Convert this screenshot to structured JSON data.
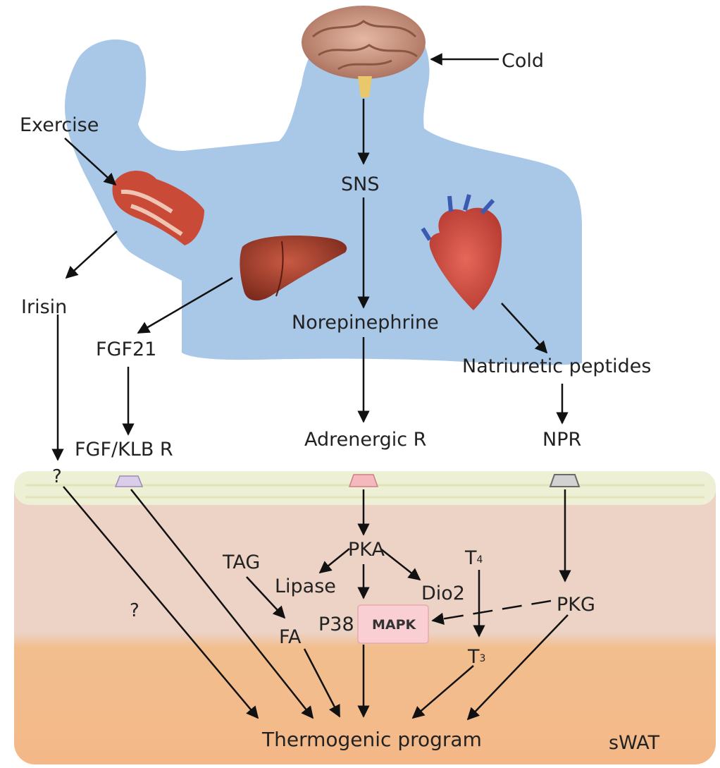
{
  "stimuli": {
    "cold": "Cold",
    "exercise": "Exercise"
  },
  "organ_labels": {
    "sns": "SNS",
    "irisin": "Irisin",
    "fgf21": "FGF21",
    "norepinephrine": "Norepinephrine",
    "natriuretic": "Natriuretic peptides"
  },
  "receptors": {
    "unknown": "?",
    "fgf_klb": "FGF/KLB R",
    "adrenergic": "Adrenergic R",
    "npr": "NPR"
  },
  "intracellular": {
    "pka": "PKA",
    "tag": "TAG",
    "lipase": "Lipase",
    "dio2": "Dio2",
    "t4_base": "T",
    "t4_sub": "4",
    "t3_base": "T",
    "t3_sub": "3",
    "pkg": "PKG",
    "fa": "FA",
    "p38": "P38",
    "mapk": "MAPK",
    "unknown_path": "?"
  },
  "outcome": {
    "thermogenic": "Thermogenic program",
    "tissue": "sWAT"
  },
  "colors": {
    "body": "#a9c8e8",
    "membrane": "#eef0d6",
    "cytoplasm_top": "#ecd3c6",
    "cytoplasm_bottom": "#f2be8e",
    "receptor_fgf": "#d9cdea",
    "receptor_adrenergic": "#f4b9bd",
    "receptor_npr": "#d2d2d2",
    "mapk_fill": "#f9cfd3",
    "arrow": "#111111"
  }
}
